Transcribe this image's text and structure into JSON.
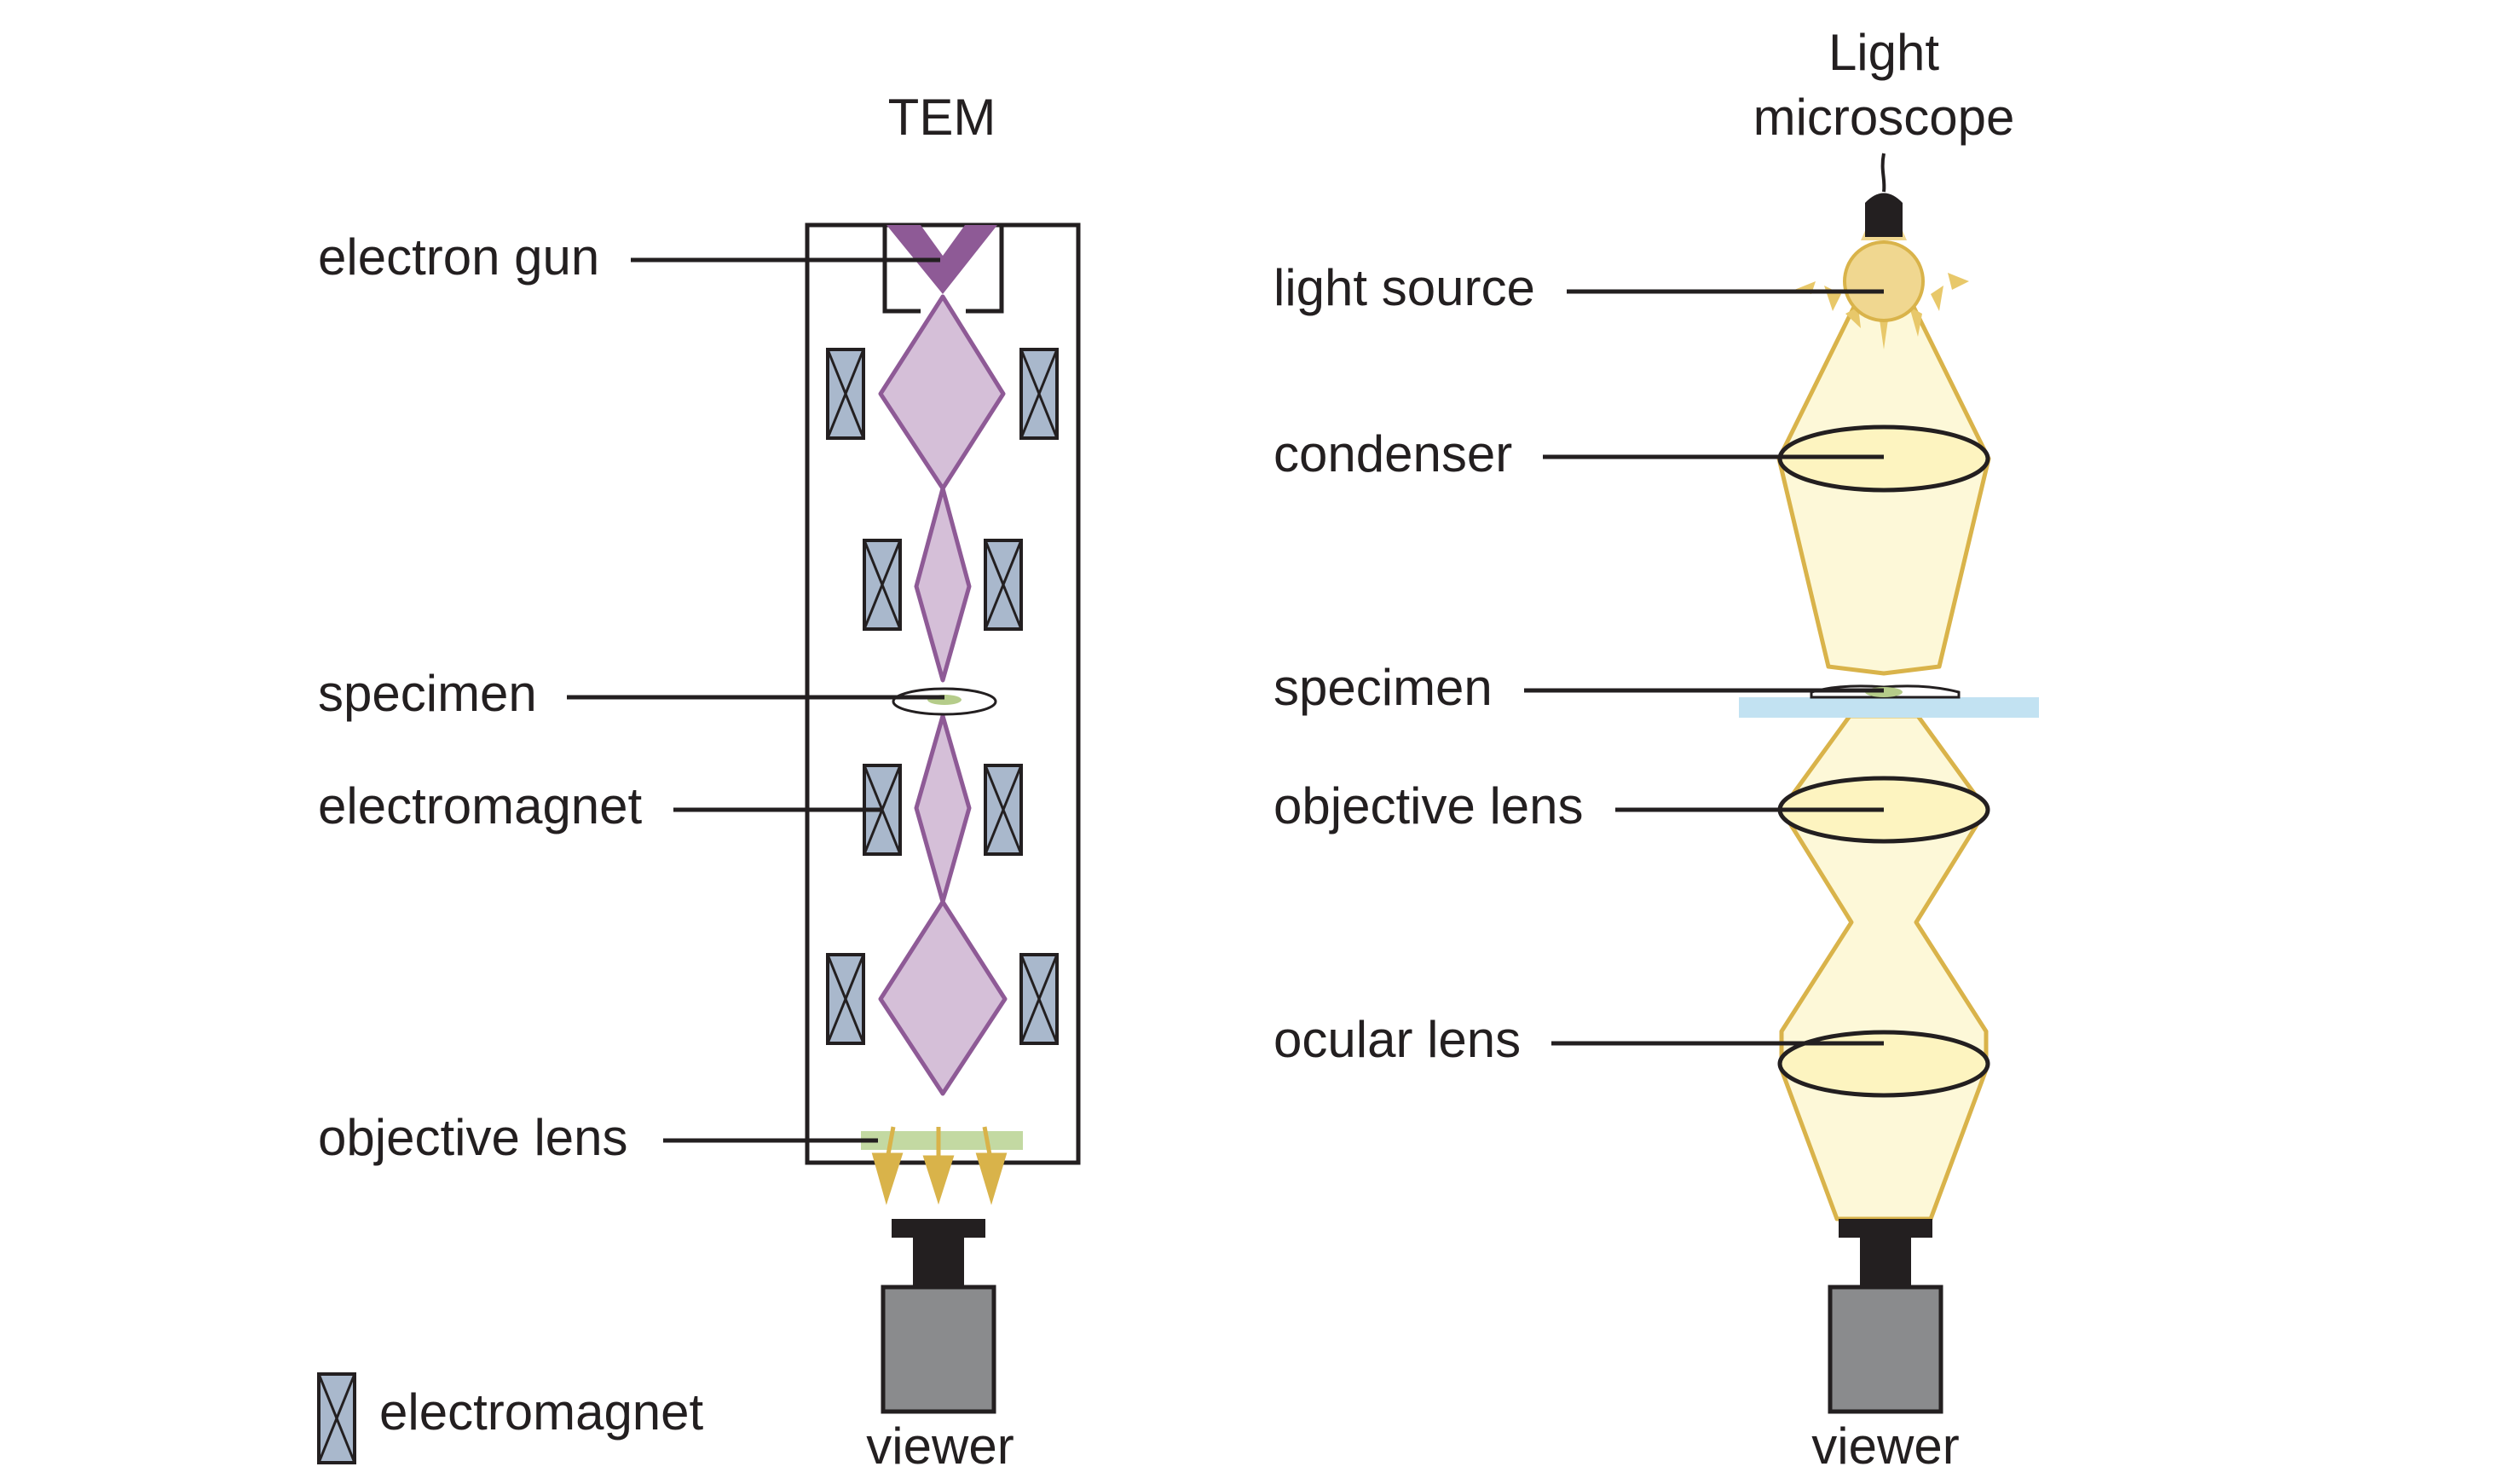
{
  "tem": {
    "title": "TEM",
    "labels": {
      "electron_gun": "electron gun",
      "specimen": "specimen",
      "electromagnet": "electromagnet",
      "objective_lens": "objective lens",
      "viewer": "viewer"
    },
    "legend": {
      "electromagnet": "electromagnet"
    }
  },
  "light": {
    "title_line1": "Light",
    "title_line2": "microscope",
    "labels": {
      "light_source": "light source",
      "condenser": "condenser",
      "specimen": "specimen",
      "objective_lens": "objective lens",
      "ocular_lens": "ocular lens",
      "viewer": "viewer"
    }
  },
  "colors": {
    "electron_beam": "#8e5a96",
    "electron_beam_fill": "#d5bfd8",
    "electromagnet": "#a9b8cc",
    "light_beam": "#d9b34a",
    "light_beam_fill": "#fdf8d8",
    "slide": "#c2e2f2",
    "sample": "#b5cc8a",
    "viewer_body": "#8a8b8d"
  }
}
